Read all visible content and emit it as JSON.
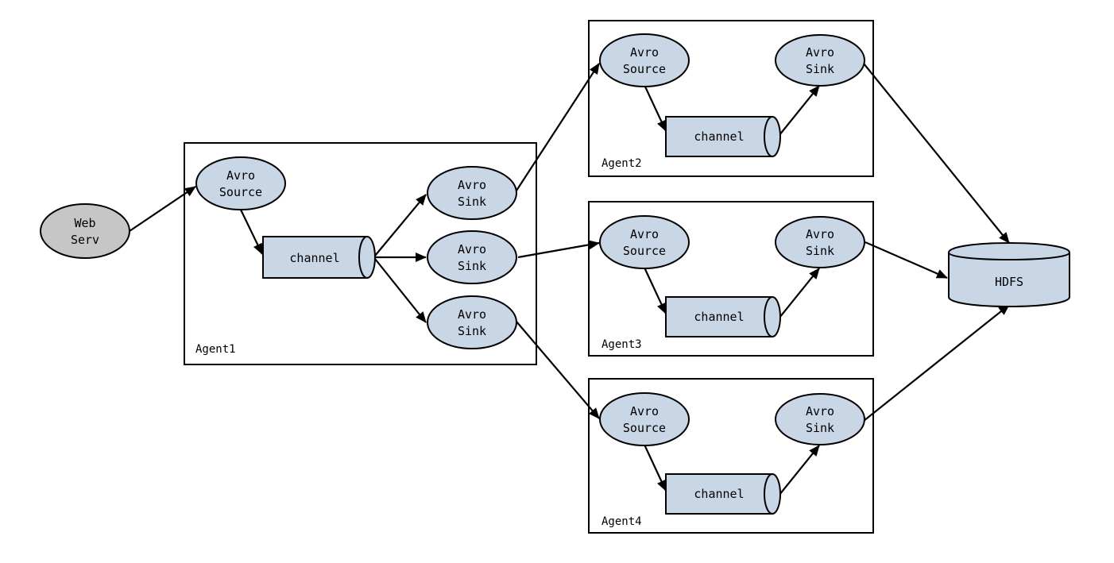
{
  "colors": {
    "node_fill": "#c9d6e6",
    "web_node_fill": "#c6c6c6",
    "stroke": "#000000"
  },
  "web_server": {
    "line1": "Web",
    "line2": "Serv"
  },
  "hdfs": {
    "label": "HDFS"
  },
  "agents": [
    {
      "id": "agent1",
      "label": "Agent1",
      "source": {
        "line1": "Avro",
        "line2": "Source"
      },
      "channel": {
        "label": "channel"
      },
      "sinks": [
        {
          "line1": "Avro",
          "line2": "Sink"
        },
        {
          "line1": "Avro",
          "line2": "Sink"
        },
        {
          "line1": "Avro",
          "line2": "Sink"
        }
      ]
    },
    {
      "id": "agent2",
      "label": "Agent2",
      "source": {
        "line1": "Avro",
        "line2": "Source"
      },
      "channel": {
        "label": "channel"
      },
      "sinks": [
        {
          "line1": "Avro",
          "line2": "Sink"
        }
      ]
    },
    {
      "id": "agent3",
      "label": "Agent3",
      "source": {
        "line1": "Avro",
        "line2": "Source"
      },
      "channel": {
        "label": "channel"
      },
      "sinks": [
        {
          "line1": "Avro",
          "line2": "Sink"
        }
      ]
    },
    {
      "id": "agent4",
      "label": "Agent4",
      "source": {
        "line1": "Avro",
        "line2": "Source"
      },
      "channel": {
        "label": "channel"
      },
      "sinks": [
        {
          "line1": "Avro",
          "line2": "Sink"
        }
      ]
    }
  ]
}
